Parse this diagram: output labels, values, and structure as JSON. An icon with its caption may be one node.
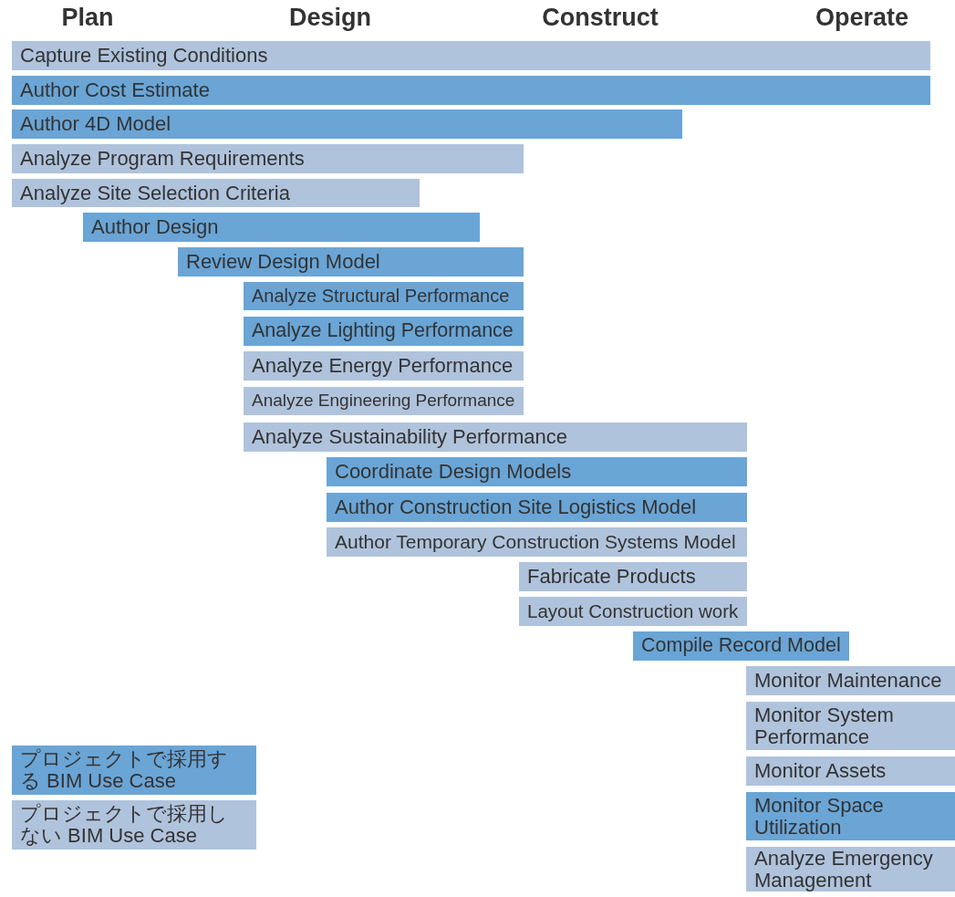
{
  "diagram": {
    "nodes": [
      {
        "text": [
          "Capture Existing Conditions"
        ]
      },
      {
        "text": [
          "Author Cost Estimate"
        ]
      },
      {
        "text": [
          "Author 4D Model"
        ]
      },
      {
        "text": [
          "Analyze Program Requirements"
        ]
      },
      {
        "text": [
          "Analyze Site Selection Criteria"
        ]
      },
      {
        "text": [
          "Author Design"
        ]
      },
      {
        "text": [
          "Review Design Model"
        ]
      },
      {
        "text": [
          "Analyze Structural Performance"
        ]
      },
      {
        "text": [
          "Analyze Lighting Performance"
        ]
      },
      {
        "text": [
          "Analyze Energy Performance"
        ]
      },
      {
        "text": [
          "Analyze Engineering Performance"
        ]
      },
      {
        "text": [
          "Analyze Sustainability Performance"
        ]
      },
      {
        "text": [
          "Coordinate Design Models"
        ]
      },
      {
        "text": [
          "Author Construction Site Logistics Model"
        ]
      },
      {
        "text": [
          "Author Temporary Construction Systems Model"
        ]
      },
      {
        "text": [
          "Fabricate Products"
        ]
      },
      {
        "text": [
          "Layout Construction work"
        ]
      },
      {
        "text": [
          "Compile Record Model"
        ]
      },
      {
        "text": [
          "Monitor Maintenance"
        ]
      },
      {
        "text": [
          "Monitor System Performance"
        ]
      },
      {
        "text": [
          "Monitor Assets"
        ]
      },
      {
        "text": [
          "Monitor Space Utilization"
        ]
      },
      {
        "text": [
          "Analyze Emergency Management"
        ]
      }
    ],
    "labels": [
      "Plan",
      "Design",
      "Construct",
      "Operate"
    ],
    "legend": [
      {
        "text": "プロジェクトで採用する BIM Use Case",
        "color": "#6aa5d6"
      },
      {
        "text": "プロジェクトで採用しない BIM Use Case",
        "color": "#b0c3dc"
      }
    ]
  }
}
